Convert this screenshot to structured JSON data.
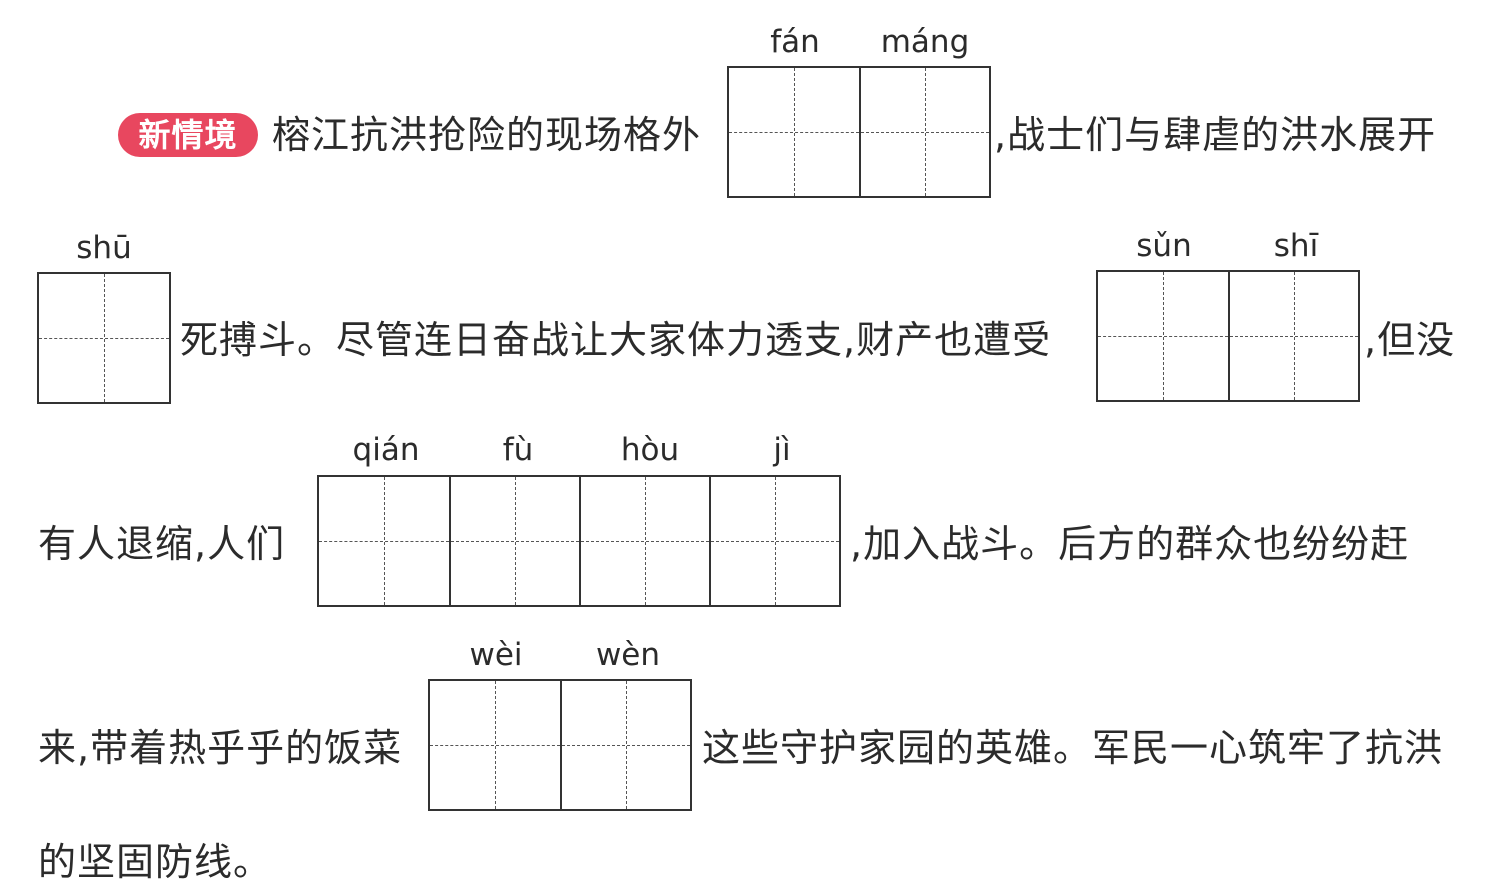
{
  "badge": "新情境",
  "line1": {
    "pre": "榕江抗洪抢险的现场格外",
    "post": ",战士们与肆虐的洪水展开",
    "pinyin": [
      "fán",
      "máng"
    ]
  },
  "line2": {
    "mid": "死搏斗。尽管连日奋战让大家体力透支,财产也遭受",
    "post": ",但没",
    "pinyin_a": [
      "shū"
    ],
    "pinyin_b": [
      "sǔn",
      "shī"
    ]
  },
  "line3": {
    "pre": "有人退缩,人们",
    "post": ",加入战斗。后方的群众也纷纷赶",
    "pinyin": [
      "qián",
      "fù",
      "hòu",
      "jì"
    ]
  },
  "line4": {
    "pre": "来,带着热乎乎的饭菜",
    "post": "这些守护家园的英雄。军民一心筑牢了抗洪",
    "pinyin": [
      "wèi",
      "wèn"
    ]
  },
  "line5": {
    "text": "的坚固防线。"
  }
}
